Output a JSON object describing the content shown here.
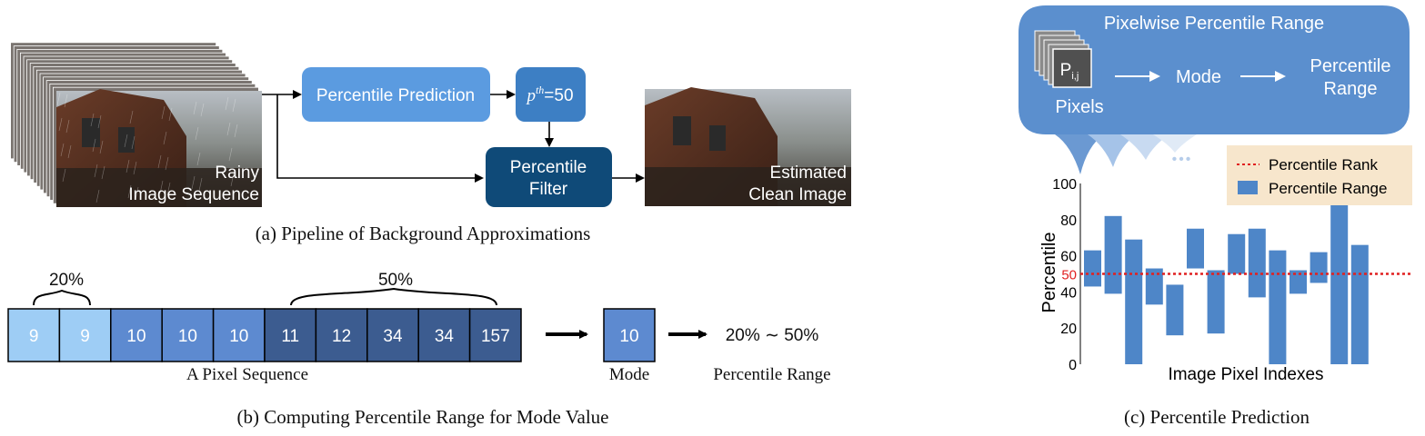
{
  "panel_a": {
    "input_label": [
      "Rainy",
      "Image Sequence"
    ],
    "percentile_prediction": "Percentile Prediction",
    "pth_symbol": "p",
    "pth_superscript": "th",
    "pth_value": "=50",
    "percentile_filter": [
      "Percentile",
      "Filter"
    ],
    "output_label": [
      "Estimated",
      "Clean Image"
    ],
    "caption": "(a) Pipeline of Background Approximations"
  },
  "panel_b": {
    "pct_20": "20%",
    "pct_50": "50%",
    "sequence": [
      "9",
      "9",
      "10",
      "10",
      "10",
      "11",
      "12",
      "34",
      "34",
      "157"
    ],
    "cell_colors": [
      "#9ecdf5",
      "#9ecdf5",
      "#5d8ad0",
      "#5d8ad0",
      "#5d8ad0",
      "#3c5c90",
      "#3c5c90",
      "#3c5c90",
      "#3c5c90",
      "#3c5c90"
    ],
    "sequence_label": "A Pixel Sequence",
    "mode_value": "10",
    "mode_label": "Mode",
    "range_value": "20% ∼ 50%",
    "range_label": "Percentile Range",
    "caption": "(b) Computing Percentile Range for Mode Value"
  },
  "panel_c": {
    "bubble_title": "Pixelwise Percentile Range",
    "pixel_symbol": "P",
    "pixel_subscript": "i,j",
    "pixels_label": "Pixels",
    "mode_label": "Mode",
    "range_label": [
      "Percentile",
      "Range"
    ],
    "ellipsis": "•••",
    "legend_rank": "Percentile Rank",
    "legend_range": "Percentile Range",
    "caption": "(c) Percentile Prediction"
  },
  "colors": {
    "light_blue": "#5b9be0",
    "mid_blue": "#3d7fc4",
    "dark_blue": "#0f4a78",
    "bubble": "#5b8fce",
    "bar": "#4e86c8",
    "rank_line": "#e02020",
    "legend_bg": "#f7e6cc"
  },
  "chart_data": {
    "type": "bar",
    "ylabel": "Percentile",
    "xlabel": "Image Pixel Indexes",
    "ylim": [
      0,
      100
    ],
    "yticks": [
      "0",
      "20",
      "40",
      "50",
      "60",
      "80",
      "100"
    ],
    "rank_line": 50,
    "rank_tick_label": "50",
    "series": [
      {
        "name": "Percentile Range",
        "ranges": [
          [
            43,
            63
          ],
          [
            39,
            82
          ],
          [
            0,
            69
          ],
          [
            33,
            53
          ],
          [
            16,
            44
          ],
          [
            53,
            75
          ],
          [
            17,
            52
          ],
          [
            50,
            72
          ],
          [
            37,
            75
          ],
          [
            0,
            63
          ],
          [
            39,
            52
          ],
          [
            45,
            62
          ],
          [
            0,
            89
          ],
          [
            0,
            66
          ]
        ]
      }
    ],
    "legend_position": "top-right"
  }
}
